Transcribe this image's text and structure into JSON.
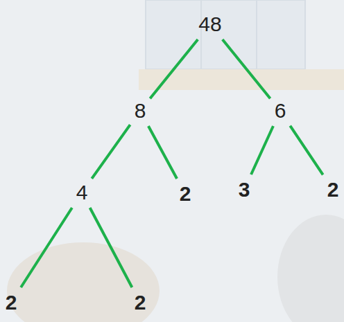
{
  "diagram": {
    "nodes": [
      {
        "text": [
          "48"
        ]
      },
      {
        "text": [
          "8"
        ]
      },
      {
        "text": [
          "6"
        ]
      },
      {
        "text": [
          "4"
        ]
      },
      {
        "text": [
          "2"
        ]
      },
      {
        "text": [
          "3"
        ]
      },
      {
        "text": [
          "2"
        ]
      },
      {
        "text": [
          "2"
        ]
      },
      {
        "text": [
          "2"
        ]
      }
    ],
    "edges": [
      {
        "from": 0,
        "to": 1,
        "arrow": "none"
      },
      {
        "from": 0,
        "to": 2,
        "arrow": "none"
      },
      {
        "from": 1,
        "to": 3,
        "arrow": "none"
      },
      {
        "from": 1,
        "to": 4,
        "arrow": "none"
      },
      {
        "from": 2,
        "to": 5,
        "arrow": "none"
      },
      {
        "from": 2,
        "to": 6,
        "arrow": "none"
      },
      {
        "from": 3,
        "to": 7,
        "arrow": "none"
      },
      {
        "from": 3,
        "to": 8,
        "arrow": "none"
      }
    ]
  }
}
